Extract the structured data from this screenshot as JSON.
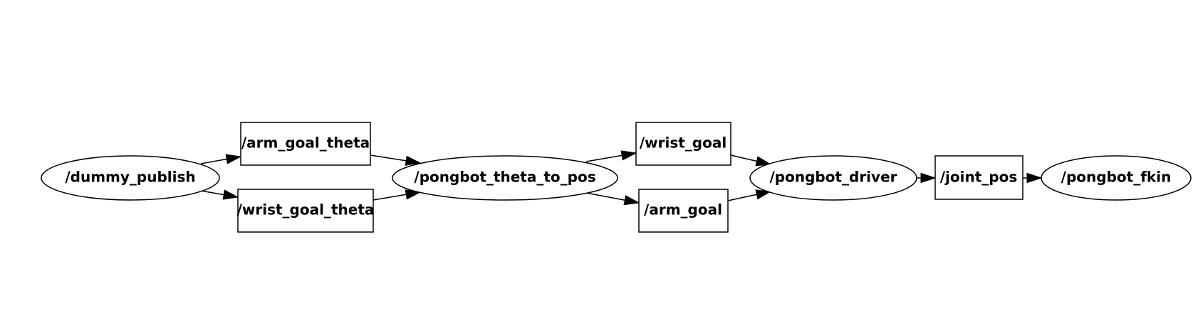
{
  "graph": {
    "nodes": [
      {
        "id": "dummy_publish",
        "label": "/dummy_publish",
        "kind": "ellipse"
      },
      {
        "id": "arm_goal_theta",
        "label": "/arm_goal_theta",
        "kind": "box"
      },
      {
        "id": "wrist_goal_theta",
        "label": "/wrist_goal_theta",
        "kind": "box"
      },
      {
        "id": "pongbot_theta_to_pos",
        "label": "/pongbot_theta_to_pos",
        "kind": "ellipse"
      },
      {
        "id": "wrist_goal",
        "label": "/wrist_goal",
        "kind": "box"
      },
      {
        "id": "arm_goal",
        "label": "/arm_goal",
        "kind": "box"
      },
      {
        "id": "pongbot_driver",
        "label": "/pongbot_driver",
        "kind": "ellipse"
      },
      {
        "id": "joint_pos",
        "label": "/joint_pos",
        "kind": "box"
      },
      {
        "id": "pongbot_fkin",
        "label": "/pongbot_fkin",
        "kind": "ellipse"
      }
    ],
    "edges": [
      {
        "from": "dummy_publish",
        "to": "arm_goal_theta"
      },
      {
        "from": "dummy_publish",
        "to": "wrist_goal_theta"
      },
      {
        "from": "arm_goal_theta",
        "to": "pongbot_theta_to_pos"
      },
      {
        "from": "wrist_goal_theta",
        "to": "pongbot_theta_to_pos"
      },
      {
        "from": "pongbot_theta_to_pos",
        "to": "wrist_goal"
      },
      {
        "from": "pongbot_theta_to_pos",
        "to": "arm_goal"
      },
      {
        "from": "wrist_goal",
        "to": "pongbot_driver"
      },
      {
        "from": "arm_goal",
        "to": "pongbot_driver"
      },
      {
        "from": "pongbot_driver",
        "to": "joint_pos"
      },
      {
        "from": "joint_pos",
        "to": "pongbot_fkin"
      }
    ]
  }
}
